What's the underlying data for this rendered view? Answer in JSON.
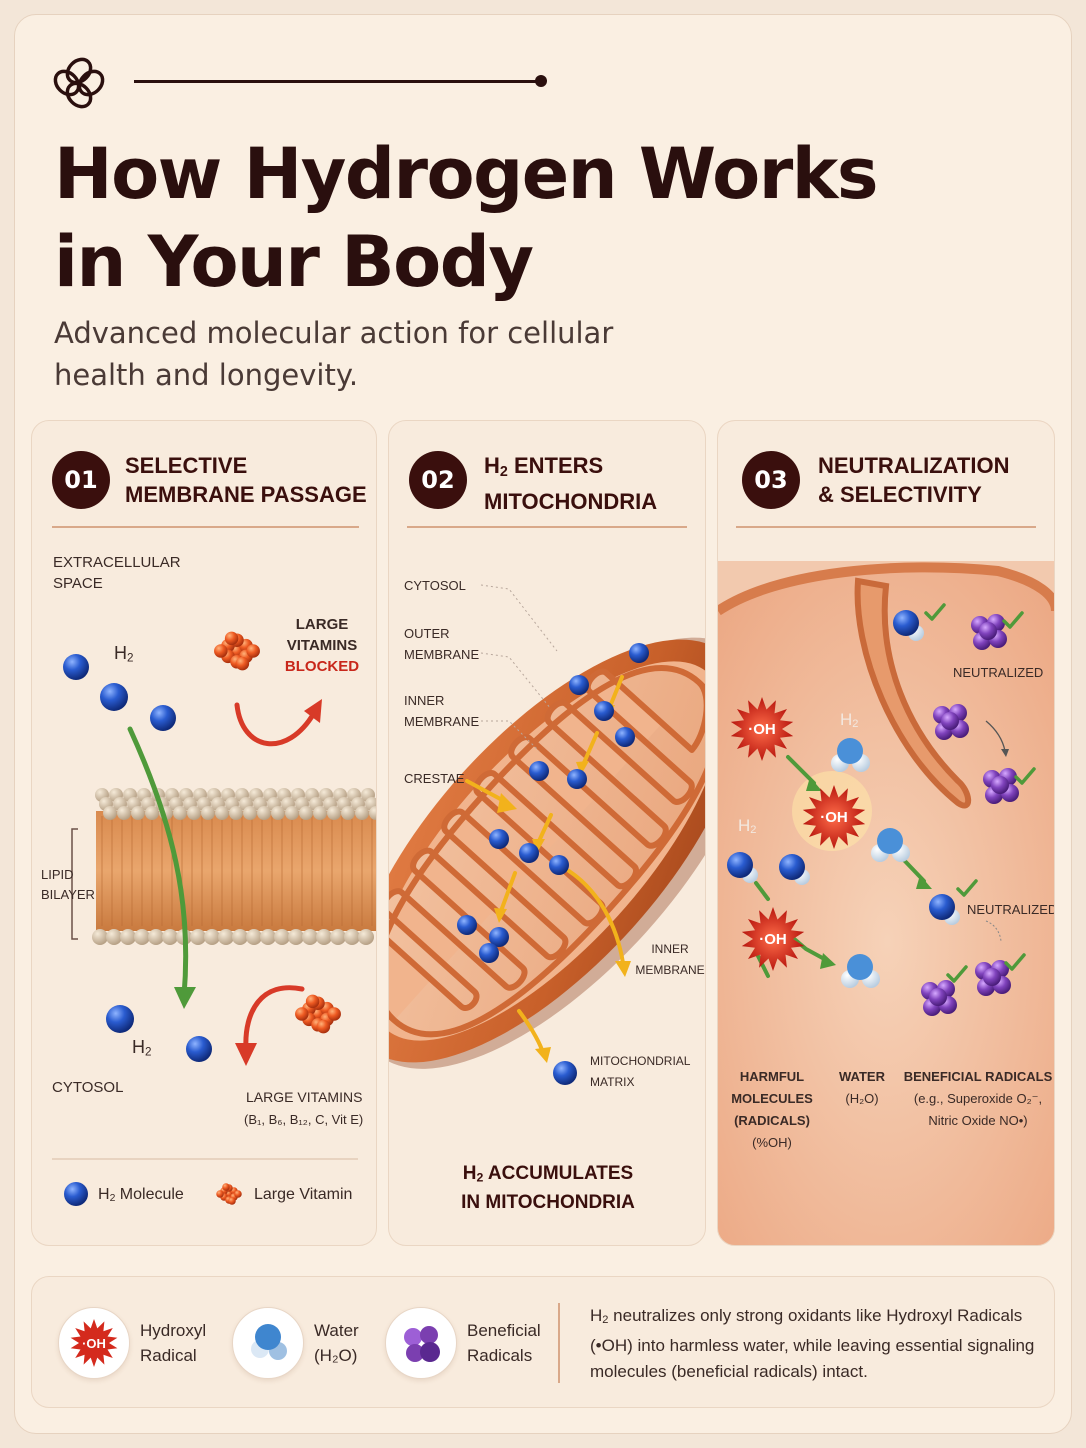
{
  "header": {
    "title_line1": "How Hydrogen Works",
    "title_line2": "in Your Body",
    "subtitle_line1": "Advanced molecular action for cellular",
    "subtitle_line2": "health and longevity."
  },
  "panels": [
    {
      "number": "01",
      "heading_line1": "SELECTIVE",
      "heading_line2": "MEMBRANE PASSAGE",
      "labels": {
        "extracellular_1": "EXTRACELLULAR",
        "extracellular_2": "SPACE",
        "h2_top": "H",
        "h2_bottom": "H",
        "large_vitamins_1": "LARGE",
        "large_vitamins_2": "VITAMINS",
        "blocked": "BLOCKED",
        "lipid_1": "LIPID",
        "lipid_2": "BILAYER",
        "cytosol": "CYTOSOL",
        "large_vitamins_bottom": "LARGE VITAMINS",
        "vitamin_list": "(B₁, B₆, B₁₂, C, Vit E)"
      },
      "legend": [
        {
          "icon": "h2-molecule-icon",
          "label_prefix": "H",
          "label_suffix": " Molecule"
        },
        {
          "icon": "large-vitamin-icon",
          "label": "Large Vitamin"
        }
      ]
    },
    {
      "number": "02",
      "heading_line1_prefix": "H",
      "heading_line1_suffix": " ENTERS",
      "heading_line2": "MITOCHONDRIA",
      "labels": {
        "cytosol": "CYTOSOL",
        "outer_1": "OUTER",
        "outer_2": "MEMBRANE",
        "inner_1": "INNER",
        "inner_2": "MEMBRANE",
        "crestae": "CRESTAE",
        "inner_right_1": "INNER",
        "inner_right_2": "MEMBRANE",
        "matrix_1": "MITOCHONDRIAL",
        "matrix_2": "MATRIX",
        "footer_prefix": "H",
        "footer_suffix": " ACCUMULATES",
        "footer_line2": "IN MITOCHONDRIA"
      }
    },
    {
      "number": "03",
      "heading_line1": "NEUTRALIZATION",
      "heading_line2": "& SELECTIVITY",
      "labels": {
        "neutralized_top": "NEUTRALIZED",
        "neutralized_mid": "NEUTRALIZED",
        "oh": "·OH",
        "h2_faint_1": "H",
        "h2_faint_2": "H",
        "harmful_1": "HARMFUL",
        "harmful_2": "MOLECULES",
        "harmful_3": "(RADICALS)",
        "harmful_4": "(%OH)",
        "water_1": "WATER",
        "water_2": "(H₂O)",
        "beneficial_1": "BENEFICIAL RADICALS",
        "beneficial_2": "(e.g., Superoxide O₂⁻,",
        "beneficial_3": "Nitric Oxide NO•)"
      }
    }
  ],
  "legend": {
    "items": [
      {
        "icon": "hydroxyl-radical-icon",
        "badge": "·OH",
        "line1": "Hydroxyl",
        "line2": "Radical"
      },
      {
        "icon": "water-molecule-icon",
        "line1": "Water",
        "line2": "(H₂O)"
      },
      {
        "icon": "beneficial-radical-icon",
        "line1": "Beneficial",
        "line2": "Radicals"
      }
    ],
    "note_prefix": "H",
    "note_suffix": " neutralizes only strong oxidants like Hydroxyl Radicals (•OH) into harmless water, while leaving essential signaling molecules (beneficial radicals) intact."
  },
  "colors": {
    "dark_brown": "#2a0f0e",
    "h2_blue": "#1f4fb8",
    "vitamin_orange": "#e8531f",
    "radical_red": "#d42a1d",
    "beneficial_purple": "#7b3fb0",
    "arrow_green": "#4f9a3a",
    "arrow_yellow": "#f2b21c"
  }
}
